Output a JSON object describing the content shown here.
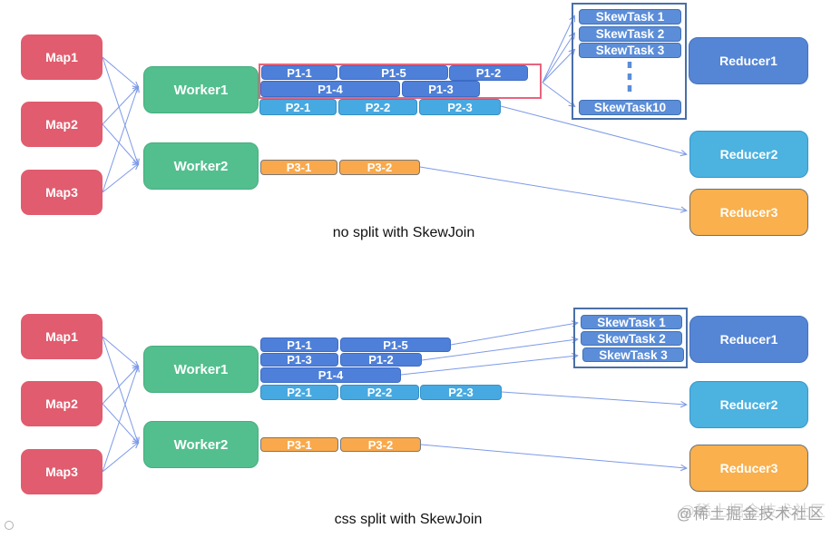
{
  "top": {
    "caption": "no split with SkewJoin",
    "maps": [
      "Map1",
      "Map2",
      "Map3"
    ],
    "workers": [
      "Worker1",
      "Worker2"
    ],
    "p1": [
      "P1-1",
      "P1-5",
      "P1-2",
      "P1-4",
      "P1-3"
    ],
    "p2": [
      "P2-1",
      "P2-2",
      "P2-3"
    ],
    "p3": [
      "P3-1",
      "P3-2"
    ],
    "skewtasks": [
      "SkewTask 1",
      "SkewTask 2",
      "SkewTask 3",
      "SkewTask10"
    ],
    "reducers": [
      "Reducer1",
      "Reducer2",
      "Reducer3"
    ]
  },
  "bottom": {
    "caption": "css split with SkewJoin",
    "maps": [
      "Map1",
      "Map2",
      "Map3"
    ],
    "workers": [
      "Worker1",
      "Worker2"
    ],
    "p1": [
      "P1-1",
      "P1-5",
      "P1-3",
      "P1-2",
      "P1-4"
    ],
    "p2": [
      "P2-1",
      "P2-2",
      "P2-3"
    ],
    "p3": [
      "P3-1",
      "P3-2"
    ],
    "skewtasks": [
      "SkewTask 1",
      "SkewTask 2",
      "SkewTask 3"
    ],
    "reducers": [
      "Reducer1",
      "Reducer2",
      "Reducer3"
    ]
  },
  "watermark": "@稀土掘金技术社区",
  "colors": {
    "map": "#E05C6E",
    "worker": "#53BF8E",
    "p1": "#4E80D9",
    "p2": "#47A9E1",
    "p3": "#F9A94B",
    "skew": "#5B8DD8",
    "reducer1": "#5585D5",
    "reducer2": "#4CB2E0",
    "reducer3": "#F9B04D",
    "connector": "#7D9AE8",
    "highlight": "#E8647C",
    "groupborder": "#4A6FA8"
  }
}
